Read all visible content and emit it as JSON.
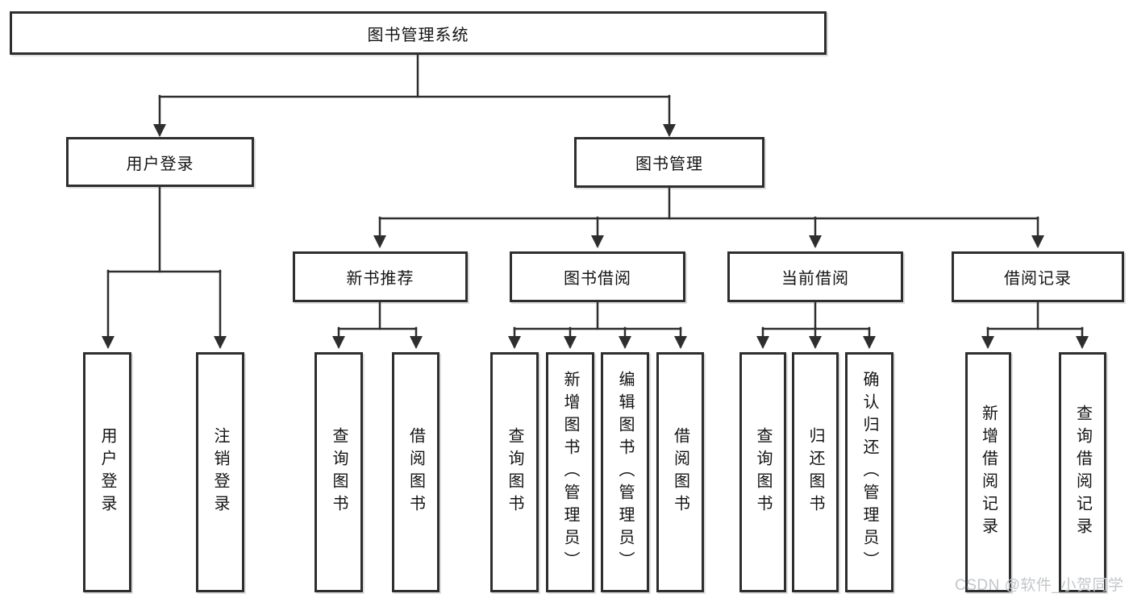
{
  "colors": {
    "line": "#2e2e2e",
    "border": "#2e2e2e",
    "fill": "#ffffff",
    "text": "#141414",
    "watermark": "#c3c6c9",
    "background": "#ffffff"
  },
  "watermark": {
    "text": "CSDN @软件_小贺同学"
  },
  "tree": {
    "label": "图书管理系统",
    "children": [
      {
        "label": "用户登录",
        "children": [
          {
            "label": "用户登录"
          },
          {
            "label": "注销登录"
          }
        ]
      },
      {
        "label": "图书管理",
        "children": [
          {
            "label": "新书推荐",
            "children": [
              {
                "label": "查询图书"
              },
              {
                "label": "借阅图书"
              }
            ]
          },
          {
            "label": "图书借阅",
            "children": [
              {
                "label": "查询图书"
              },
              {
                "label": "新增图书（管理员）"
              },
              {
                "label": "编辑图书（管理员）"
              },
              {
                "label": "借阅图书"
              }
            ]
          },
          {
            "label": "当前借阅",
            "children": [
              {
                "label": "查询图书"
              },
              {
                "label": "归还图书"
              },
              {
                "label": "确认归还（管理员）"
              }
            ]
          },
          {
            "label": "借阅记录",
            "children": [
              {
                "label": "新增借阅记录"
              },
              {
                "label": "查询借阅记录"
              }
            ]
          }
        ]
      }
    ]
  }
}
